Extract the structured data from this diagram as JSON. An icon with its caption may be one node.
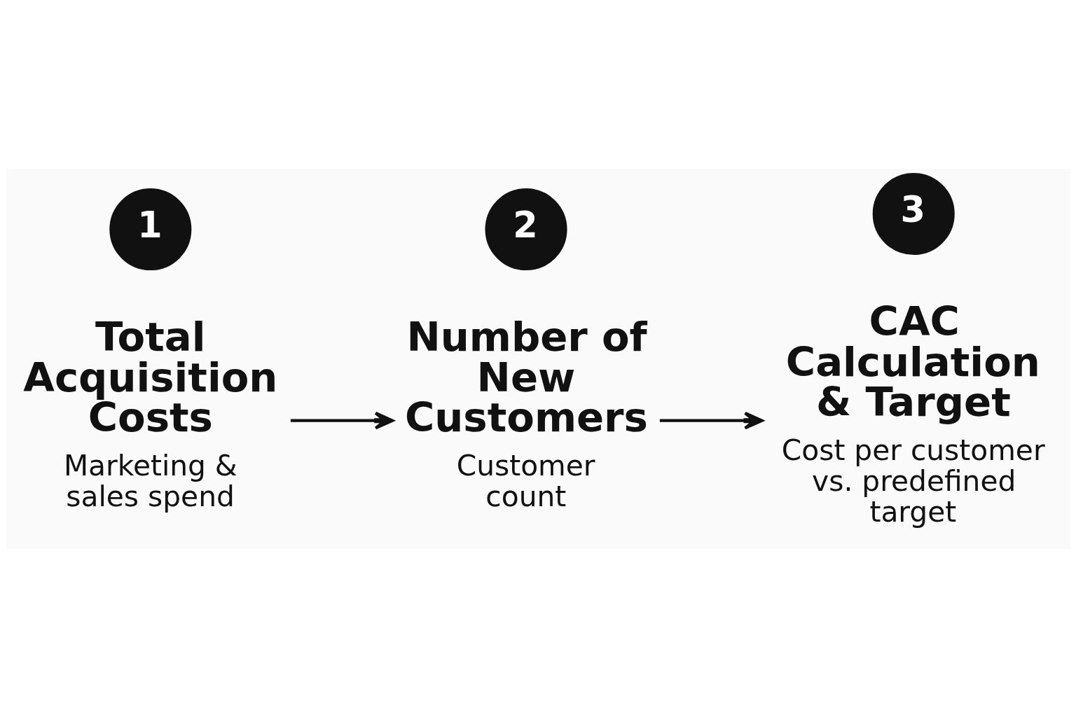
{
  "diagram": {
    "nodes": [
      {
        "text": [
          "1"
        ]
      },
      {
        "text": [
          "2"
        ]
      },
      {
        "text": [
          "3"
        ]
      },
      {
        "text": [
          "Total Acquisition Costs",
          "Marketing & sales spend"
        ]
      },
      {
        "text": [
          "Number of New Customers",
          "Customer count"
        ]
      },
      {
        "text": [
          "CAC Calculation & Target",
          "Cost per customer vs. predefined target"
        ]
      }
    ],
    "edges": [
      {
        "from": 3,
        "to": 4,
        "arrow": "to"
      },
      {
        "from": 4,
        "to": 5,
        "arrow": "to"
      }
    ]
  }
}
